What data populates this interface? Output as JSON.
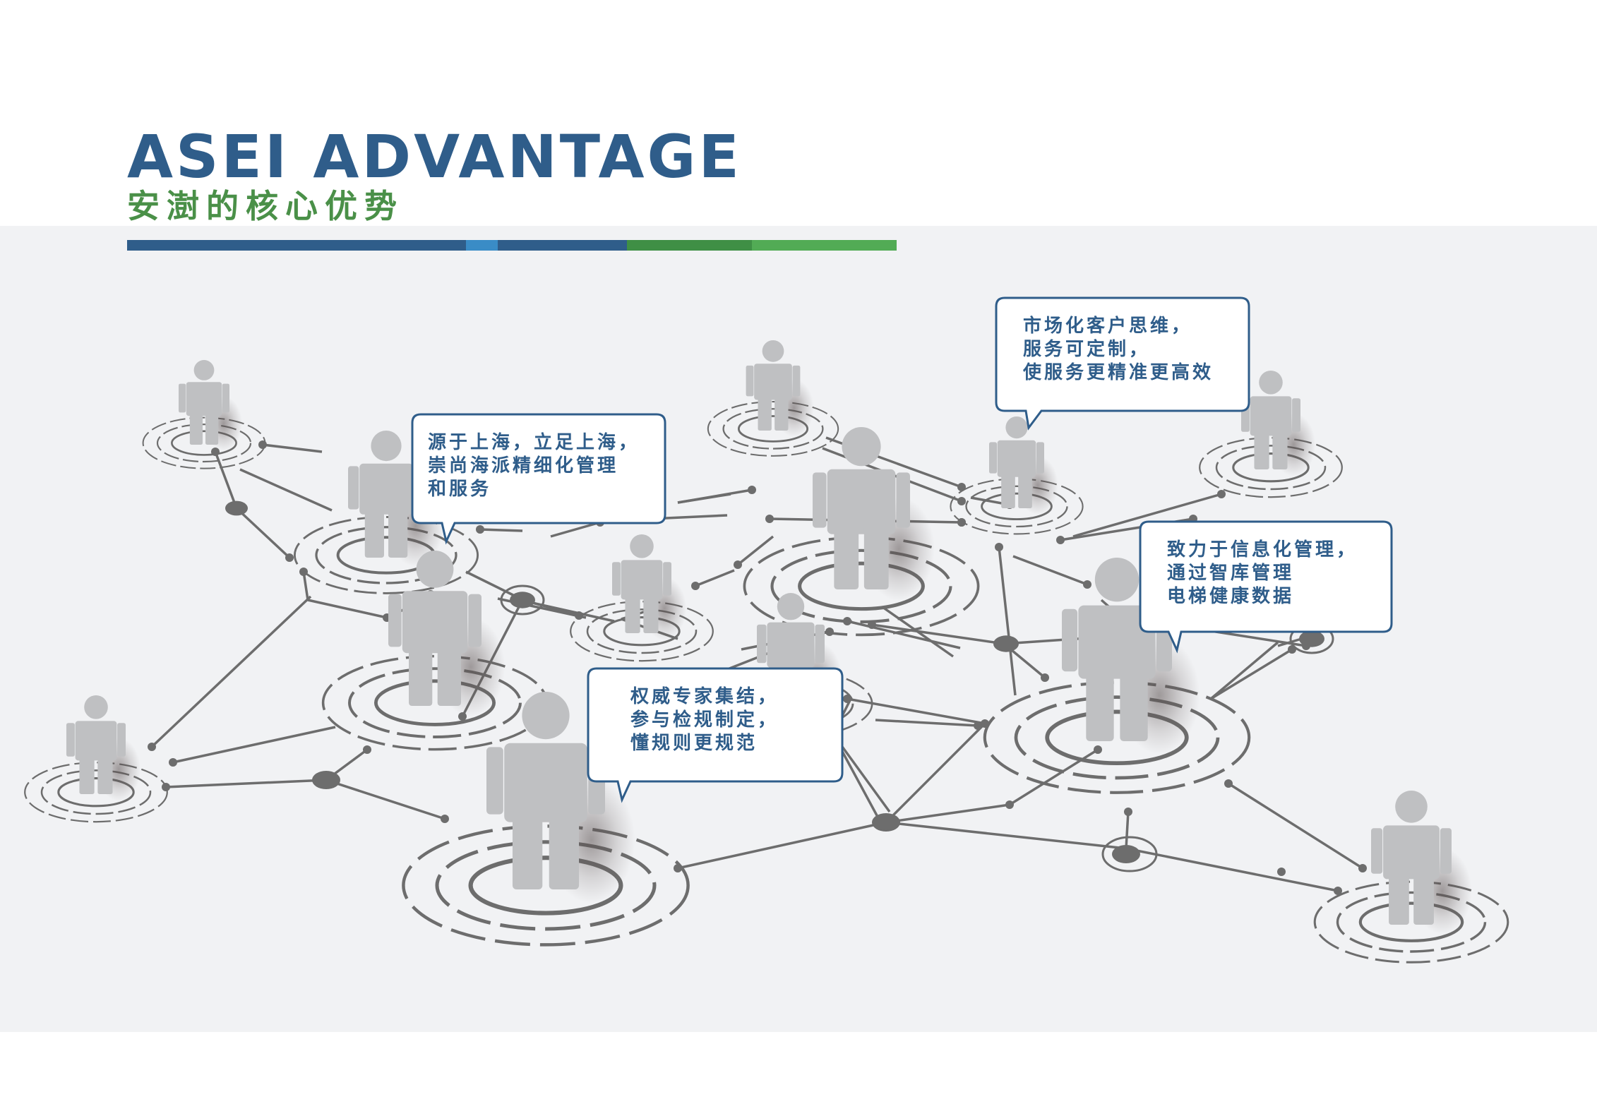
{
  "header": {
    "title": "ASEI ADVANTAGE",
    "subtitle": "安澍的核心优势"
  },
  "colors": {
    "title": "#2f5d8a",
    "subtitle": "#4a9048",
    "panel_background": "#f1f2f4",
    "bar_blue": "#2f5d8a",
    "bar_light_blue": "#3a8cc6",
    "bar_green": "#3f8f45",
    "bar_light_green": "#52ab55",
    "person": "#bfc0c2",
    "network": "#6d6d6d",
    "bubble_border": "#2f5d8a",
    "bubble_text": "#2f5d8a"
  },
  "callouts": [
    {
      "lines": [
        "源于上海，立足上海，",
        "崇尚海派精细化管理",
        "和服务"
      ]
    },
    {
      "lines": [
        "市场化客户思维，",
        "服务可定制，",
        "使服务更精准更高效"
      ]
    },
    {
      "lines": [
        "致力于信息化管理，",
        "通过智库管理",
        "电梯健康数据"
      ]
    },
    {
      "lines": [
        "权威专家集结，",
        "参与检规制定，",
        "懂规则更规范"
      ]
    }
  ],
  "illustration": {
    "description_icons": [
      "person-icon",
      "network-node-icon",
      "ripple-ring-icon"
    ]
  }
}
